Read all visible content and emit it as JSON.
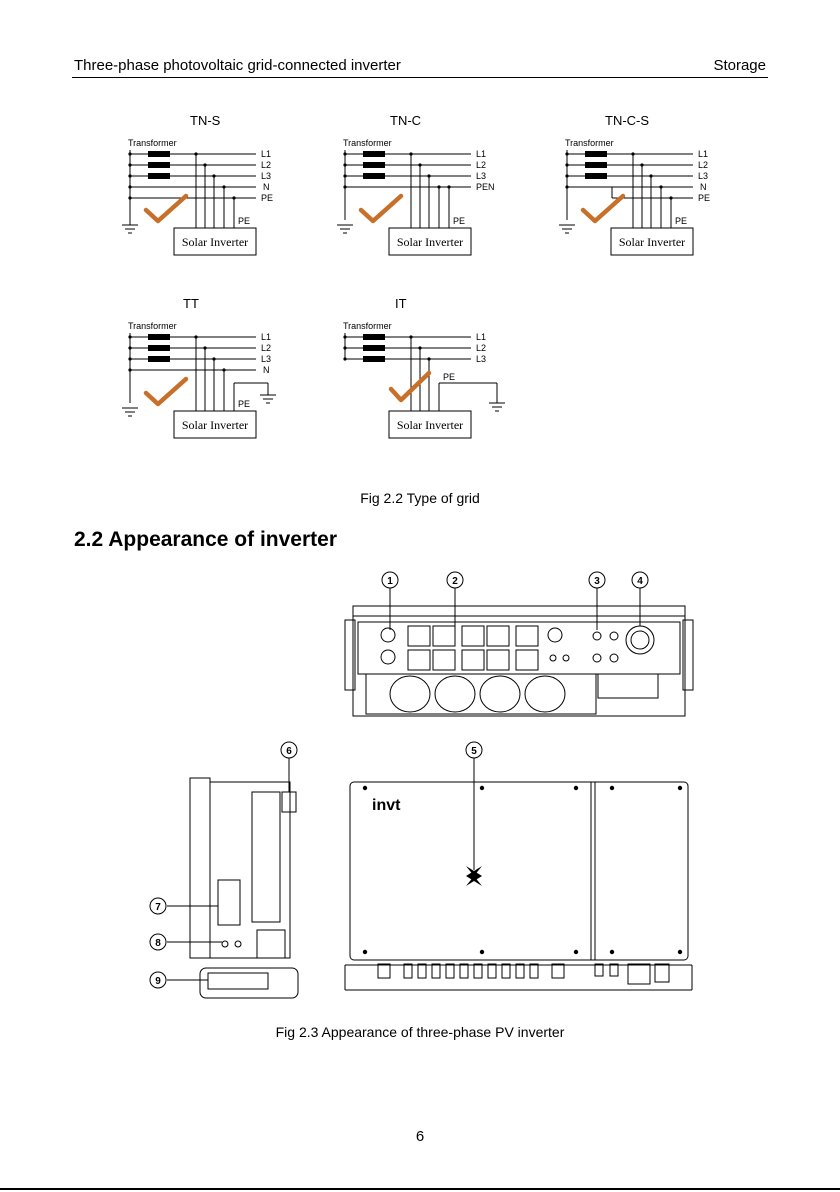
{
  "header": {
    "title": "Three-phase photovoltaic grid-connected inverter",
    "section": "Storage"
  },
  "diagram_text": {
    "transformer": "Transformer",
    "solar_inverter": "Solar Inverter",
    "l1": "L1",
    "l2": "L2",
    "l3": "L3",
    "n": "N",
    "pe": "PE",
    "pen": "PEN"
  },
  "grids": [
    {
      "name": "TN-S"
    },
    {
      "name": "TN-C"
    },
    {
      "name": "TN-C-S"
    },
    {
      "name": "TT"
    },
    {
      "name": "IT"
    }
  ],
  "fig_2_2_caption": "Fig 2.2 Type of grid",
  "section_heading": "2.2 Appearance of inverter",
  "callouts": [
    "1",
    "2",
    "3",
    "4",
    "5",
    "6",
    "7",
    "8",
    "9"
  ],
  "brand_logo": "invt",
  "fig_2_3_caption": "Fig 2.3 Appearance of three-phase PV inverter",
  "page_number": "6",
  "colors": {
    "checkmark": "#c8702a",
    "line": "#000000"
  }
}
